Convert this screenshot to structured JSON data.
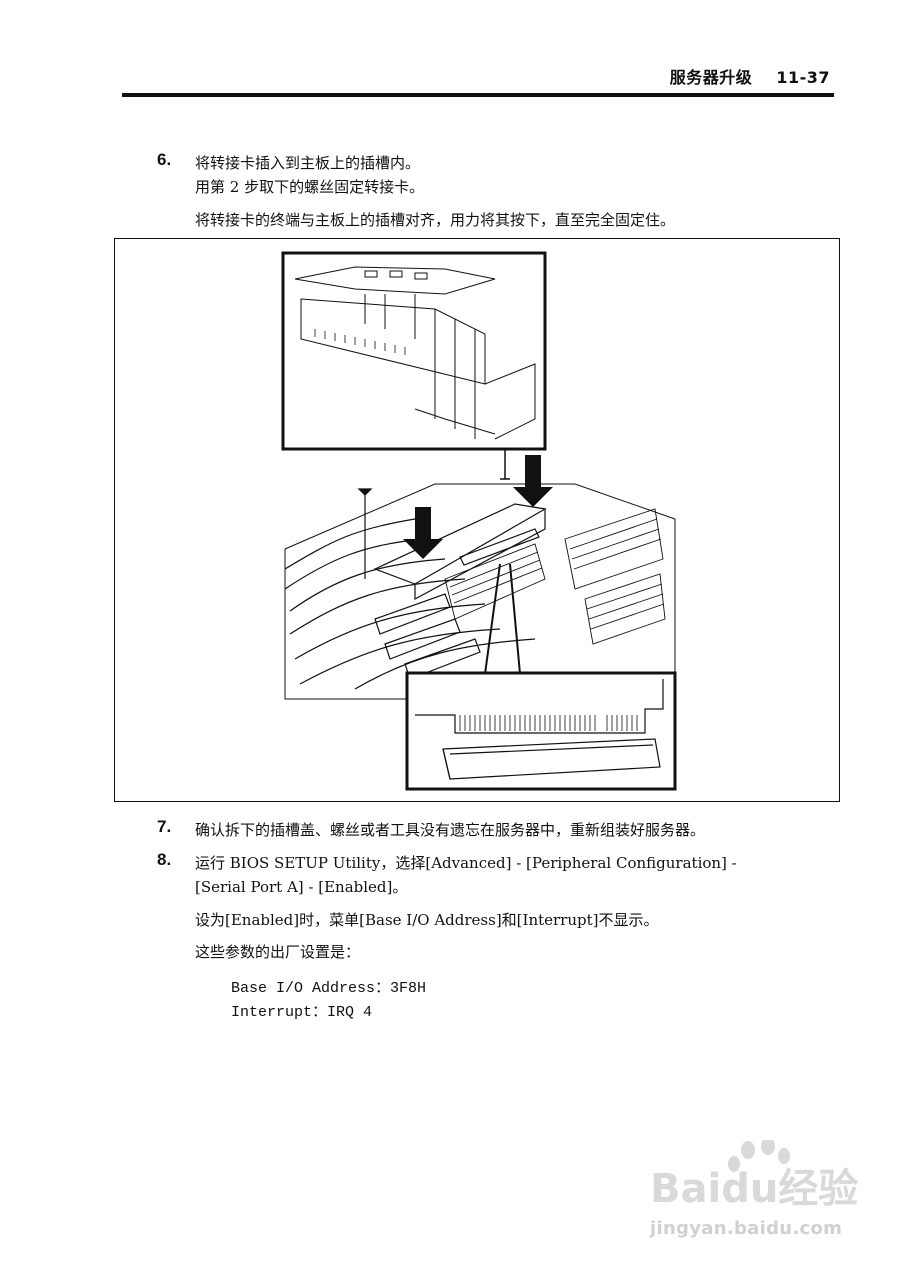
{
  "header": {
    "chapter_title": "服务器升级",
    "page_number": "11-37"
  },
  "steps": [
    {
      "number": "6.",
      "lines": [
        "将转接卡插入到主板上的插槽内。",
        "用第 2 步取下的螺丝固定转接卡。",
        "将转接卡的终端与主板上的插槽对齐，用力将其按下，直至完全固定住。"
      ]
    },
    {
      "number": "7.",
      "lines": [
        "确认拆下的插槽盖、螺丝或者工具没有遗忘在服务器中，重新组装好服务器。"
      ]
    },
    {
      "number": "8.",
      "lines": [
        "运行 BIOS SETUP Utility，选择[Advanced] - [Peripheral Configuration] -",
        "[Serial Port A] - [Enabled]。",
        "设为[Enabled]时，菜单[Base I/O Address]和[Interrupt]不显示。",
        "这些参数的出厂设置是：",
        "Base I/O Address：3F8H",
        "Interrupt：IRQ 4"
      ]
    }
  ],
  "watermark": {
    "logo": "Baidu经验",
    "url": "jingyan.baidu.com"
  }
}
